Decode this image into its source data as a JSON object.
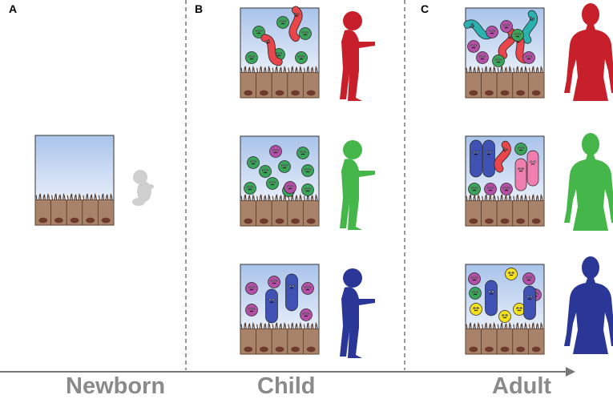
{
  "panels": [
    {
      "letter": "A",
      "stage": "Newborn"
    },
    {
      "letter": "B",
      "stage": "Child"
    },
    {
      "letter": "C",
      "stage": "Adult"
    }
  ],
  "colors": {
    "red": "#c8202a",
    "green": "#45b649",
    "blue": "#2b3796",
    "fetus": "#cfcfcf",
    "axis": "#777777",
    "label": "#8a8a8a",
    "lumen_top": "#a9c3ea",
    "tissue": "#a9826a",
    "nucleus": "#6e3a2c",
    "coccus_green": "#3aa45a",
    "coccus_purple": "#b44fa6",
    "coccus_yellow": "#f4e11e",
    "rod_red": "#e8464a",
    "rod_teal": "#2bb2b0",
    "rod_blue": "#3f52b4",
    "rod_pink": "#f07fb0"
  },
  "icons": {
    "newborn": "fetus-icon",
    "child": "child-silhouette-icon",
    "adult": "adult-silhouette-icon",
    "microbe": "bacterium-icon"
  }
}
